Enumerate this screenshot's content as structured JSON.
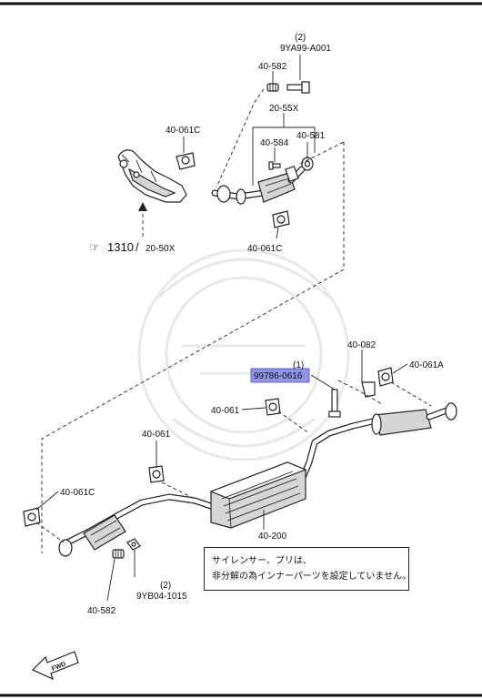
{
  "labels": {
    "qty_top": "(2)",
    "bolt_top": "9YA99-A001",
    "spring_top": "40-582",
    "assy_20_55x": "20-55X",
    "hanger_c1": "40-061C",
    "bolt_584": "40-584",
    "gasket_581": "40-581",
    "ref_code": "1310",
    "ref_assy": "20-50X",
    "hanger_c2": "40-061C",
    "bracket_082": "40-082",
    "hanger_a": "40-061A",
    "qty_highlight": "(1)",
    "bolt_highlight": "99786-0616",
    "hanger_061_mid": "40-061",
    "hanger_061_left": "40-061",
    "hanger_c3": "40-061C",
    "silencer": "40-200",
    "qty_bottom": "(2)",
    "nut_bottom": "9YB04-1015",
    "spring_bottom": "40-582",
    "fwd": "FWD"
  },
  "note": {
    "line1": "サイレンサー、プリは、",
    "line2": "非分解の為インナーパーツを設定していません。"
  },
  "colors": {
    "highlight_fill": "#8f95e6",
    "line": "#222222",
    "part_grey": "#d6d6d6"
  }
}
